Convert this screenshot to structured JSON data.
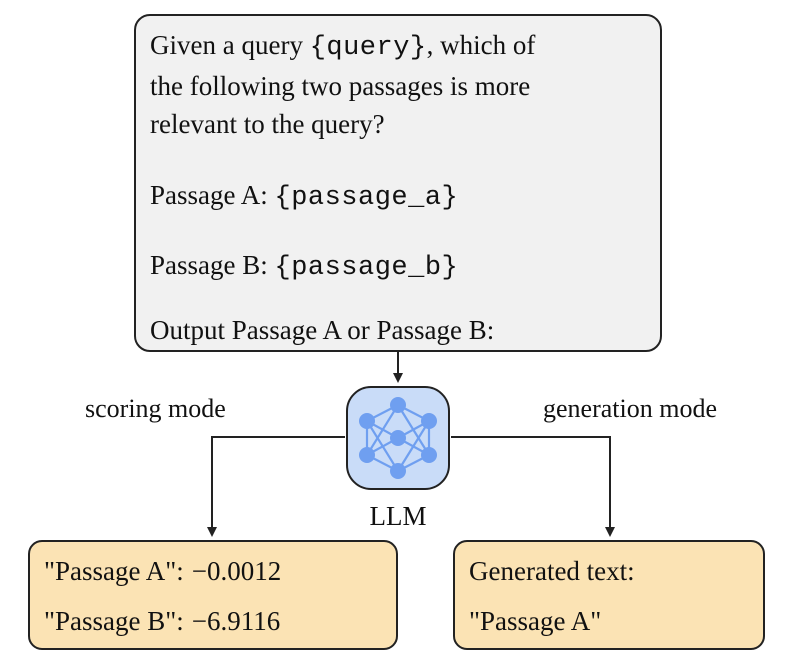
{
  "prompt": {
    "line1_pre": "Given a query ",
    "query_placeholder": "{query}",
    "line1_post": ", which of",
    "line2": "the following two passages is more",
    "line3": "relevant to the query?",
    "passage_a_label": "Passage A: ",
    "passage_a_placeholder": "{passage_a}",
    "passage_b_label": "Passage B: ",
    "passage_b_placeholder": "{passage_b}",
    "instruction": "Output Passage A or Passage B:"
  },
  "model": {
    "label": "LLM",
    "icon": "neural-network-icon",
    "icon_bg_color": "#c9dcf8",
    "node_color": "#6f9ff0"
  },
  "modes": {
    "left": "scoring mode",
    "right": "generation mode"
  },
  "scoring_output": {
    "row_a_label": "\"Passage A\":",
    "row_a_value": "−0.0012",
    "row_b_label": "\"Passage B\":",
    "row_b_value": "−6.9116"
  },
  "generation_output": {
    "title": "Generated text:",
    "text": "\"Passage A\""
  },
  "colors": {
    "prompt_bg": "#f1f1f1",
    "output_bg": "#fbe3b4",
    "border": "#222222"
  }
}
